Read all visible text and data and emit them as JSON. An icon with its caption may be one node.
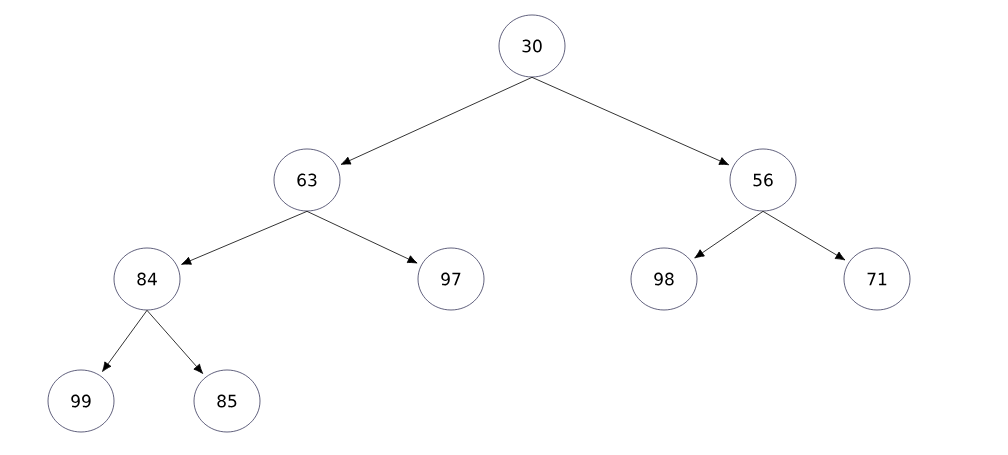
{
  "diagram": {
    "nodes": [
      {
        "text": [
          "30"
        ]
      },
      {
        "text": [
          "63"
        ]
      },
      {
        "text": [
          "56"
        ]
      },
      {
        "text": [
          "84"
        ]
      },
      {
        "text": [
          "97"
        ]
      },
      {
        "text": [
          "98"
        ]
      },
      {
        "text": [
          "71"
        ]
      },
      {
        "text": [
          "99"
        ]
      },
      {
        "text": [
          "85"
        ]
      }
    ],
    "edges": [
      {
        "from": 0,
        "to": 1,
        "arrow": "to"
      },
      {
        "from": 0,
        "to": 2,
        "arrow": "to"
      },
      {
        "from": 1,
        "to": 3,
        "arrow": "to"
      },
      {
        "from": 1,
        "to": 4,
        "arrow": "to"
      },
      {
        "from": 2,
        "to": 5,
        "arrow": "to"
      },
      {
        "from": 2,
        "to": 6,
        "arrow": "to"
      },
      {
        "from": 3,
        "to": 7,
        "arrow": "to"
      },
      {
        "from": 3,
        "to": 8,
        "arrow": "to"
      }
    ]
  }
}
